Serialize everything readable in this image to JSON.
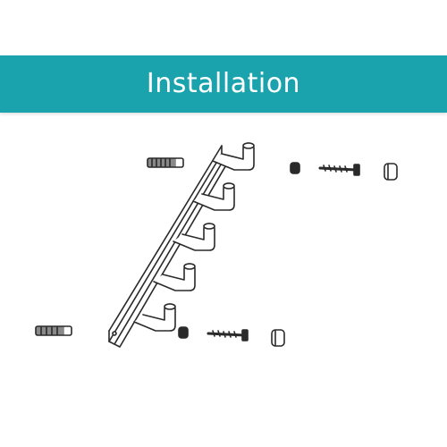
{
  "banner": {
    "title": "Installation",
    "color": "#1aa3ad"
  },
  "diagram": {
    "stroke_color": "#2a2a2a",
    "parts": [
      "wall-anchor",
      "coat-rack-rail",
      "hook",
      "washer",
      "screw",
      "screw-cap"
    ],
    "hook_count": 5
  }
}
